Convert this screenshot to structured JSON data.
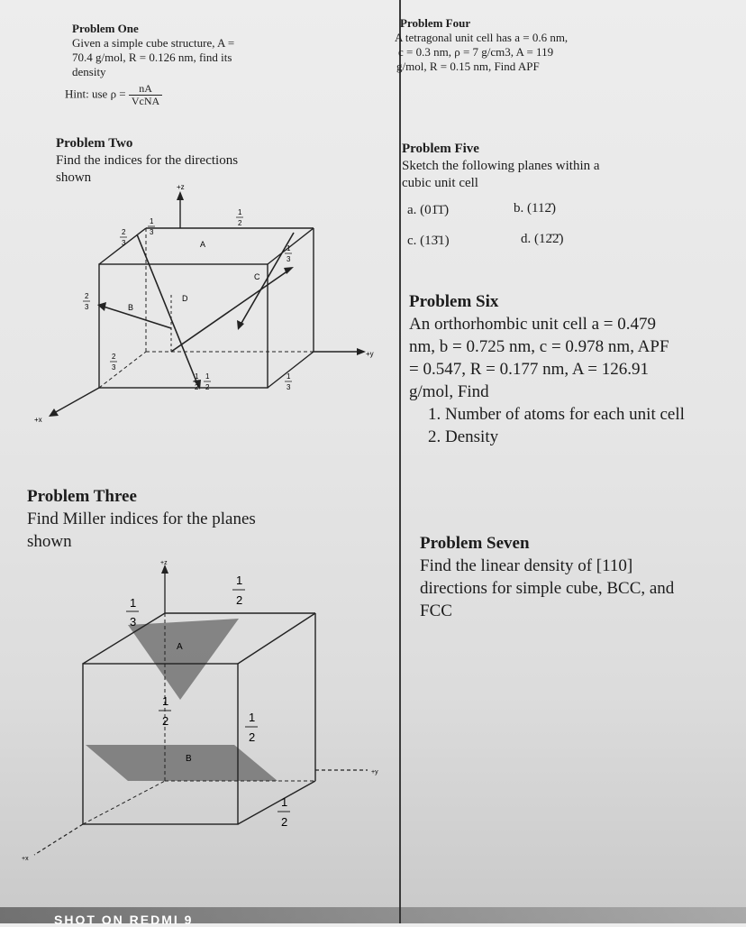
{
  "p1": {
    "title": "Problem One",
    "line1": "Given a simple cube structure, A =",
    "line2": "70.4 g/mol, R = 0.126 nm, find its",
    "line3": "density",
    "hint_label": "Hint: use",
    "hint_rho": "ρ =",
    "hint_num": "nA",
    "hint_den": "VcNA"
  },
  "p2": {
    "title": "Problem Two",
    "line1": "Find the indices for the directions",
    "line2": "shown",
    "axis_z": "+z",
    "axis_y": "+y",
    "axis_x": "+x",
    "label_a": "A",
    "label_b": "B",
    "label_c": "C",
    "label_d": "D"
  },
  "p3": {
    "title": "Problem Three",
    "line1": "Find Miller indices for the planes",
    "line2": "shown",
    "axis_z": "+z",
    "axis_y": "+y",
    "axis_x": "+x",
    "label_a": "A",
    "label_b": "B"
  },
  "p4": {
    "title": "Problem Four",
    "line1": "A tetragonal unit cell has a = 0.6 nm,",
    "line2": "c = 0.3 nm, ρ = 7 g/cm3, A = 119",
    "line3": "g/mol, R = 0.15 nm, Find APF"
  },
  "p5": {
    "title": "Problem Five",
    "line1": "Sketch the following planes within a",
    "line2": "cubic unit cell",
    "a": "a.  (01̄1̄)",
    "b": "b.  (112̄)",
    "c": "c.  (13̄1)",
    "d": "d.  (12̄2̄)"
  },
  "p6": {
    "title": "Problem Six",
    "line1": "An orthorhombic unit cell a = 0.479",
    "line2": "nm, b = 0.725 nm, c = 0.978 nm, APF",
    "line3": "= 0.547, R = 0.177 nm, A = 126.91",
    "line4": "g/mol, Find",
    "item1": "Number of atoms for each unit cell",
    "item2": "Density"
  },
  "p7": {
    "title": "Problem Seven",
    "line1": "Find the linear density of [110]",
    "line2": "directions for simple cube, BCC, and",
    "line3": "FCC"
  },
  "fractions": {
    "half_num": "1",
    "half_den": "2",
    "third_num": "1",
    "third_den": "3",
    "twothird_num": "2",
    "twothird_den": "3"
  },
  "watermark": "SHOT ON REDMI 9"
}
